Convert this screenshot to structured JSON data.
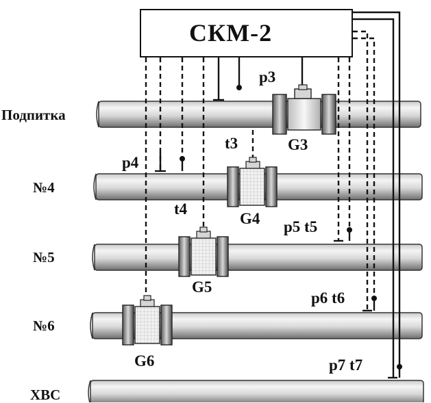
{
  "device": {
    "title": "СКМ-2"
  },
  "pipes": [
    {
      "id": "podpitka",
      "name": "Подпитка"
    },
    {
      "id": "n4",
      "name": "№4"
    },
    {
      "id": "n5",
      "name": "№5"
    },
    {
      "id": "n6",
      "name": "№6"
    },
    {
      "id": "xvs",
      "name": "ХВС"
    }
  ],
  "flowmeters": {
    "g3": "G3",
    "g4": "G4",
    "g5": "G5",
    "g6": "G6"
  },
  "sensors": {
    "p3": "p3",
    "t3": "t3",
    "p4": "p4",
    "t4": "t4",
    "p5t5": "p5 t5",
    "p6t6": "p6 t6",
    "p7t7": "p7 t7"
  },
  "colors": {
    "line": "#111111",
    "pipe_light": "#f4f4f4",
    "pipe_dark": "#7a7a7a",
    "background": "#ffffff"
  }
}
